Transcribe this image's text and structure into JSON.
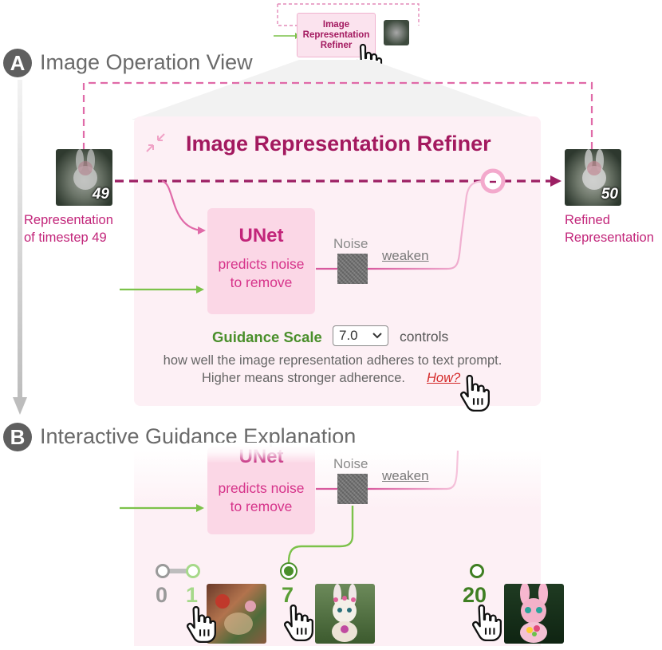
{
  "mini_refiner": {
    "label": "Image Representation Refiner"
  },
  "section_a": {
    "badge": "A",
    "title": "Image Operation View"
  },
  "section_b": {
    "badge": "B",
    "title": "Interactive Guidance Explanation"
  },
  "refiner": {
    "title": "Image Representation Refiner",
    "unet_title": "UNet",
    "unet_desc": "predicts noise to remove",
    "noise_label": "Noise",
    "weaken_link": "weaken",
    "guidance_label": "Guidance Scale",
    "guidance_value": "7.0",
    "controls_text": "controls",
    "explain_line1": "how well the image representation adheres to text prompt.",
    "explain_line2": "Higher means stronger adherence.",
    "how_link": "How?"
  },
  "input_rep": {
    "step": "49",
    "caption": "Representation of timestep 49"
  },
  "output_rep": {
    "step": "50",
    "caption": "Refined Representation"
  },
  "explanation": {
    "unet_title": "UNet",
    "unet_desc": "predicts noise to remove",
    "noise_label": "Noise",
    "weaken_link": "weaken"
  },
  "slider": {
    "ticks": [
      "0",
      "1",
      "7",
      "20"
    ],
    "selected": "7"
  },
  "colors": {
    "pink_dark": "#c2257a",
    "pink": "#e06aa8",
    "green_dark": "#4a8f2b",
    "green": "#7cc24a",
    "green_light": "#a6d98a",
    "gray": "#9a9a9a"
  },
  "icons": [
    "hand-pointer-icon",
    "collapse-arrows-icon",
    "chevron-down-icon",
    "bunny-image"
  ]
}
